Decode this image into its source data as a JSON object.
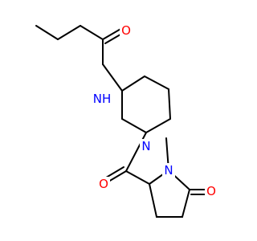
{
  "molecule": {
    "atoms": [
      {
        "key": "O_amide",
        "symbol": "O",
        "color": "#ff0000"
      },
      {
        "key": "N_amide",
        "symbol": "NH",
        "color": "#0000ff"
      },
      {
        "key": "N_piperidine",
        "symbol": "N",
        "color": "#0000ff"
      },
      {
        "key": "O_ketone",
        "symbol": "O",
        "color": "#ff0000"
      },
      {
        "key": "N_pyrrolidone",
        "symbol": "N",
        "color": "#0000ff"
      },
      {
        "key": "O_lactam",
        "symbol": "O",
        "color": "#ff0000"
      }
    ]
  }
}
